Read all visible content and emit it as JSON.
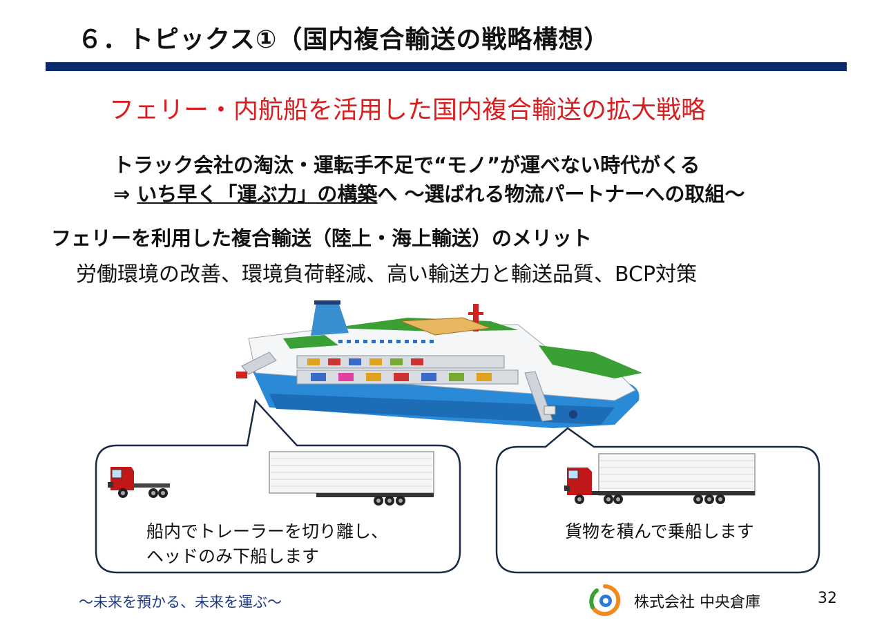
{
  "slide": {
    "title": "６．トピックス①（国内複合輸送の戦略構想）",
    "subtitle": "フェリー・内航船を活用した国内複合輸送の拡大戦略",
    "message_line1": "トラック会社の淘汰・運転手不足で“モノ”が運べない時代がくる",
    "message_line2_prefix": "⇒  ",
    "message_line2_underlined": "いち早く「運ぶ力」の構築",
    "message_line2_suffix": "へ   ～選ばれる物流パートナーへの取組～",
    "merits_heading": "フェリーを利用した複合輸送（陸上・海上輸送）のメリット",
    "merits_text": "労働環境の改善、環境負荷軽減、高い輸送力と輸送品質、BCP対策",
    "left_callout": {
      "line1": "船内でトレーラーを切り離し、",
      "line2": "ヘッドのみ下船します"
    },
    "right_callout": {
      "line1": "貨物を積んで乗船します"
    }
  },
  "footer": {
    "slogan": "～未来を預かる、未来を運ぶ～",
    "company": "株式会社  中央倉庫",
    "page_number": "32"
  },
  "colors": {
    "title_bar": "#0d2a6b",
    "subtitle": "#d81e1e",
    "slogan": "#1f3a86",
    "ship_hull": "#2a8ad8",
    "ship_deck": "#3aa035",
    "truck_cab": "#c01818"
  },
  "icons": [
    "ferry-cutaway-illustration",
    "tractor-head-truck",
    "trailer-box",
    "box-truck-with-trailer",
    "company-logo"
  ]
}
